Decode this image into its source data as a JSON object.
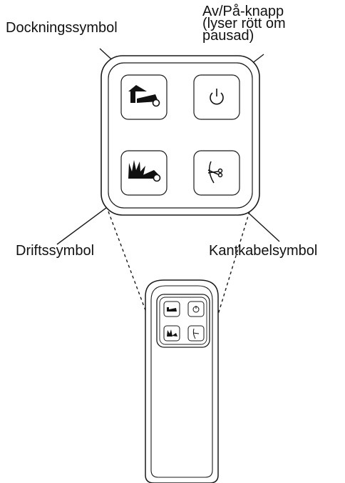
{
  "labels": {
    "docking": "Dockningssymbol",
    "power": "Av/På-knapp\n(lyser rött om\npausad)",
    "drive": "Driftssymbol",
    "edge_cable": "Kantkabelsymbol"
  },
  "icons": {
    "docking": "docking-house-icon",
    "power": "power-icon",
    "drive": "grass-mower-icon",
    "edge_cable": "scissors-cable-icon"
  },
  "colors": {
    "line": "#1a1a1a",
    "fill": "#ffffff"
  }
}
